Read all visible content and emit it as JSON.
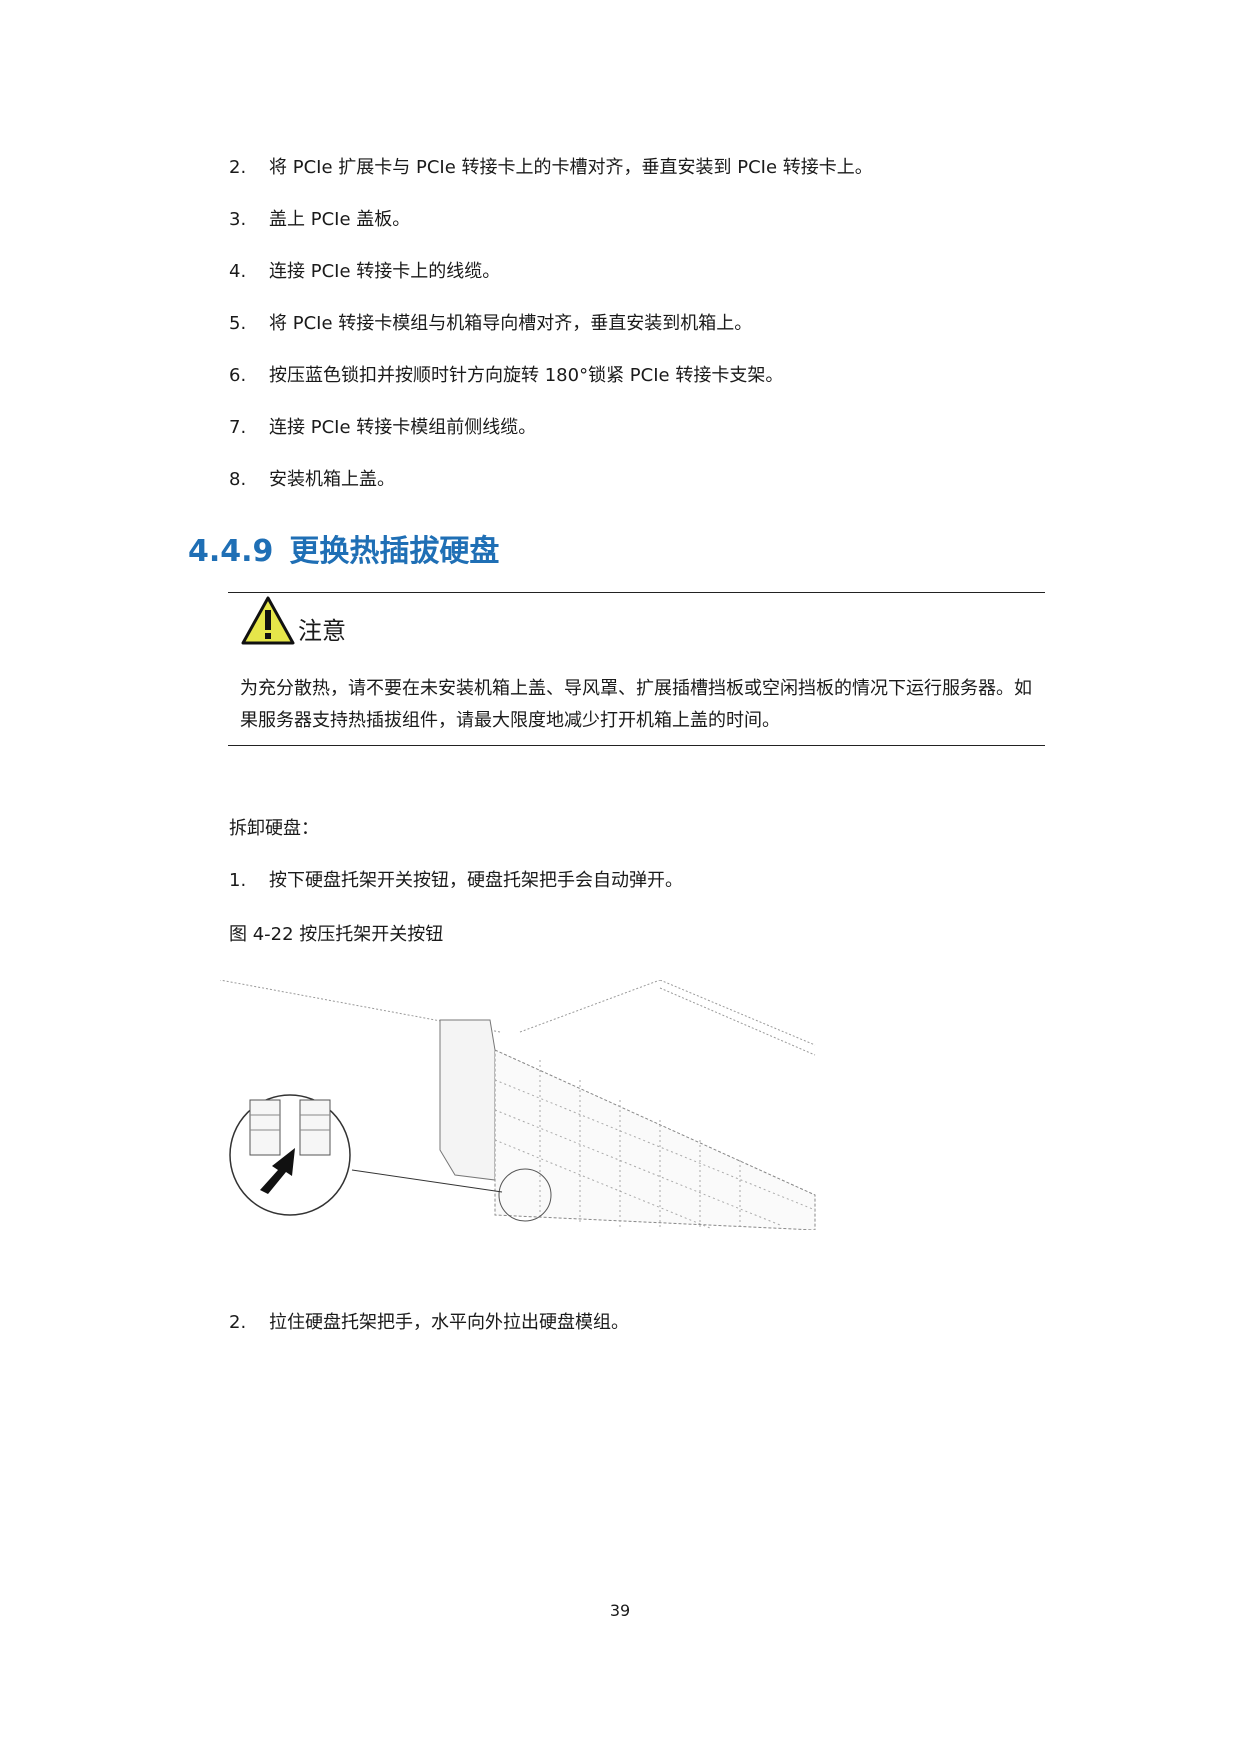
{
  "steps_top": [
    {
      "num": "2.",
      "text": "将 PCIe 扩展卡与 PCIe 转接卡上的卡槽对齐，垂直安装到 PCIe 转接卡上。"
    },
    {
      "num": "3.",
      "text": "盖上 PCIe 盖板。"
    },
    {
      "num": "4.",
      "text": "连接 PCIe 转接卡上的线缆。"
    },
    {
      "num": "5.",
      "text": "将 PCIe 转接卡模组与机箱导向槽对齐，垂直安装到机箱上。"
    },
    {
      "num": "6.",
      "text": "按压蓝色锁扣并按顺时针方向旋转 180°锁紧 PCIe 转接卡支架。"
    },
    {
      "num": "7.",
      "text": "连接 PCIe 转接卡模组前侧线缆。"
    },
    {
      "num": "8.",
      "text": "安装机箱上盖。"
    }
  ],
  "section": {
    "number": "4.4.9",
    "title": "更换热插拔硬盘"
  },
  "caution": {
    "icon": "warning-triangle-icon",
    "title": "注意",
    "text": "为充分散热，请不要在未安装机箱上盖、导风罩、扩展插槽挡板或空闲挡板的情况下运行服务器。如果服务器支持热插拔组件，请最大限度地减少打开机箱上盖的时间。"
  },
  "removal_intro": "拆卸硬盘：",
  "removal_steps": [
    {
      "num": "1.",
      "text": "按下硬盘托架开关按钮，硬盘托架把手会自动弹开。"
    },
    {
      "num": "2.",
      "text": "拉住硬盘托架把手，水平向外拉出硬盘模组。"
    }
  ],
  "figure": {
    "caption": "图 4-22  按压托架开关按钮"
  },
  "page_number": "39",
  "colors": {
    "heading": "#1f6fb5",
    "warning_fill": "#e6e64a",
    "text": "#1a1a1a"
  }
}
